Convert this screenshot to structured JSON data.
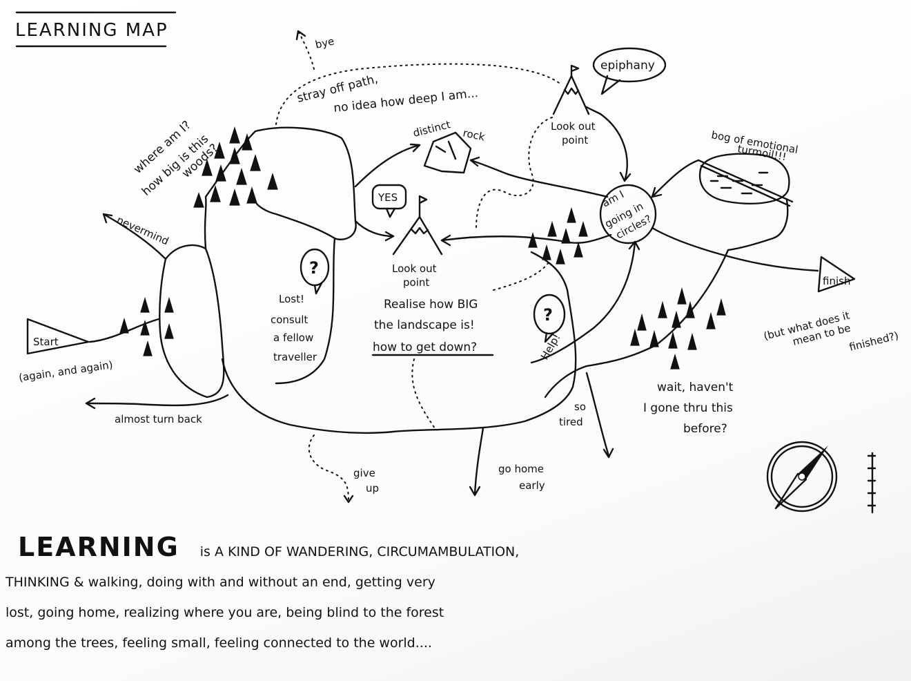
{
  "title": "LEARNING MAP",
  "labels": {
    "start": "Start",
    "start_note": "(again, and again)",
    "nevermind": "nevermind",
    "where_am_i_1": "where am I?",
    "where_am_i_2": "how big is this",
    "where_am_i_3": "woods?",
    "lost_1": "Lost!",
    "lost_2": "consult",
    "lost_3": "a fellow",
    "lost_4": "traveller",
    "almost_turn_back": "almost turn back",
    "bye": "bye",
    "stray_1": "stray off path,",
    "stray_2": "no idea how deep I am...",
    "distinct_rock_1": "distinct",
    "distinct_rock_2": "rock",
    "yes": "YES",
    "lookout_center_1": "Look out",
    "lookout_center_2": "point",
    "realise_1": "Realise how BIG",
    "realise_2": "the landscape is!",
    "realise_3": "how to get down?",
    "give_up_1": "give",
    "give_up_2": "up",
    "go_home_1": "go home",
    "go_home_2": "early",
    "help": "Help!",
    "so_tired_1": "so",
    "so_tired_2": "tired",
    "epiphany": "epiphany",
    "lookout_top_1": "Look out",
    "lookout_top_2": "point",
    "circles_1": "am I",
    "circles_2": "going in",
    "circles_3": "circles?",
    "bog_1": "bog of emotional",
    "bog_2": "turmoil!!!",
    "finish": "finish",
    "finished_1": "(but what does it",
    "finished_2": "mean to be",
    "finished_3": "finished?)",
    "wait_1": "wait, haven't",
    "wait_2": "I gone thru this",
    "wait_3": "before?",
    "question_mark": "?"
  },
  "caption": {
    "headline": "LEARNING",
    "line1": "is A KIND OF WANDERING, CIRCUMAMBULATION,",
    "line2": "THINKING & walking, doing with and without an end, getting very",
    "line3": "lost, going home, realizing where you are, being blind to the forest",
    "line4": "among the trees, feeling small, feeling connected to the world...."
  },
  "icons": [
    "compass-icon",
    "scale-bar",
    "flag-icon",
    "tree-icon",
    "rock-icon",
    "mountain-icon",
    "speech-bubble-icon"
  ]
}
